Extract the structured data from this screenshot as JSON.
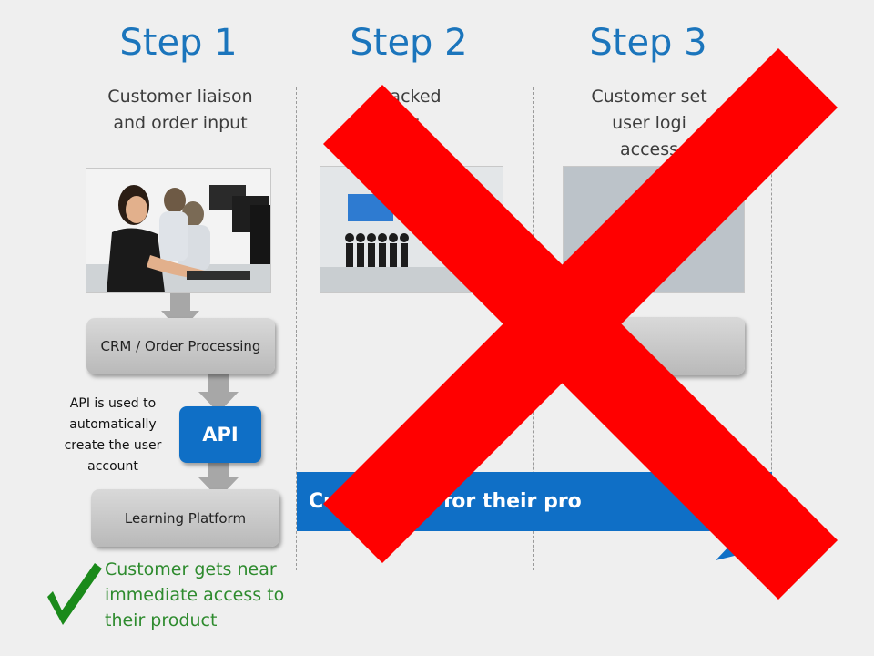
{
  "steps": [
    {
      "title": "Step 1",
      "description": "Customer liaison\nand order input"
    },
    {
      "title": "Step 2",
      "description": "Backed\nar"
    },
    {
      "title": "Step 3",
      "description": "Customer set\nuser logi\naccess"
    }
  ],
  "flow": {
    "crm_label": "CRM / Order Processing",
    "api_label": "API",
    "api_note": "API is used to automatically create the user account",
    "learning_label": "Learning Platform",
    "result_text": "Customer gets near immediate access to their product"
  },
  "banner_text": "Custom ing for their pro",
  "colors": {
    "title_blue": "#1b75bc",
    "banner_blue": "#0f6fc6",
    "cross_red": "#ff0000",
    "check_green": "#2e8b2e"
  }
}
